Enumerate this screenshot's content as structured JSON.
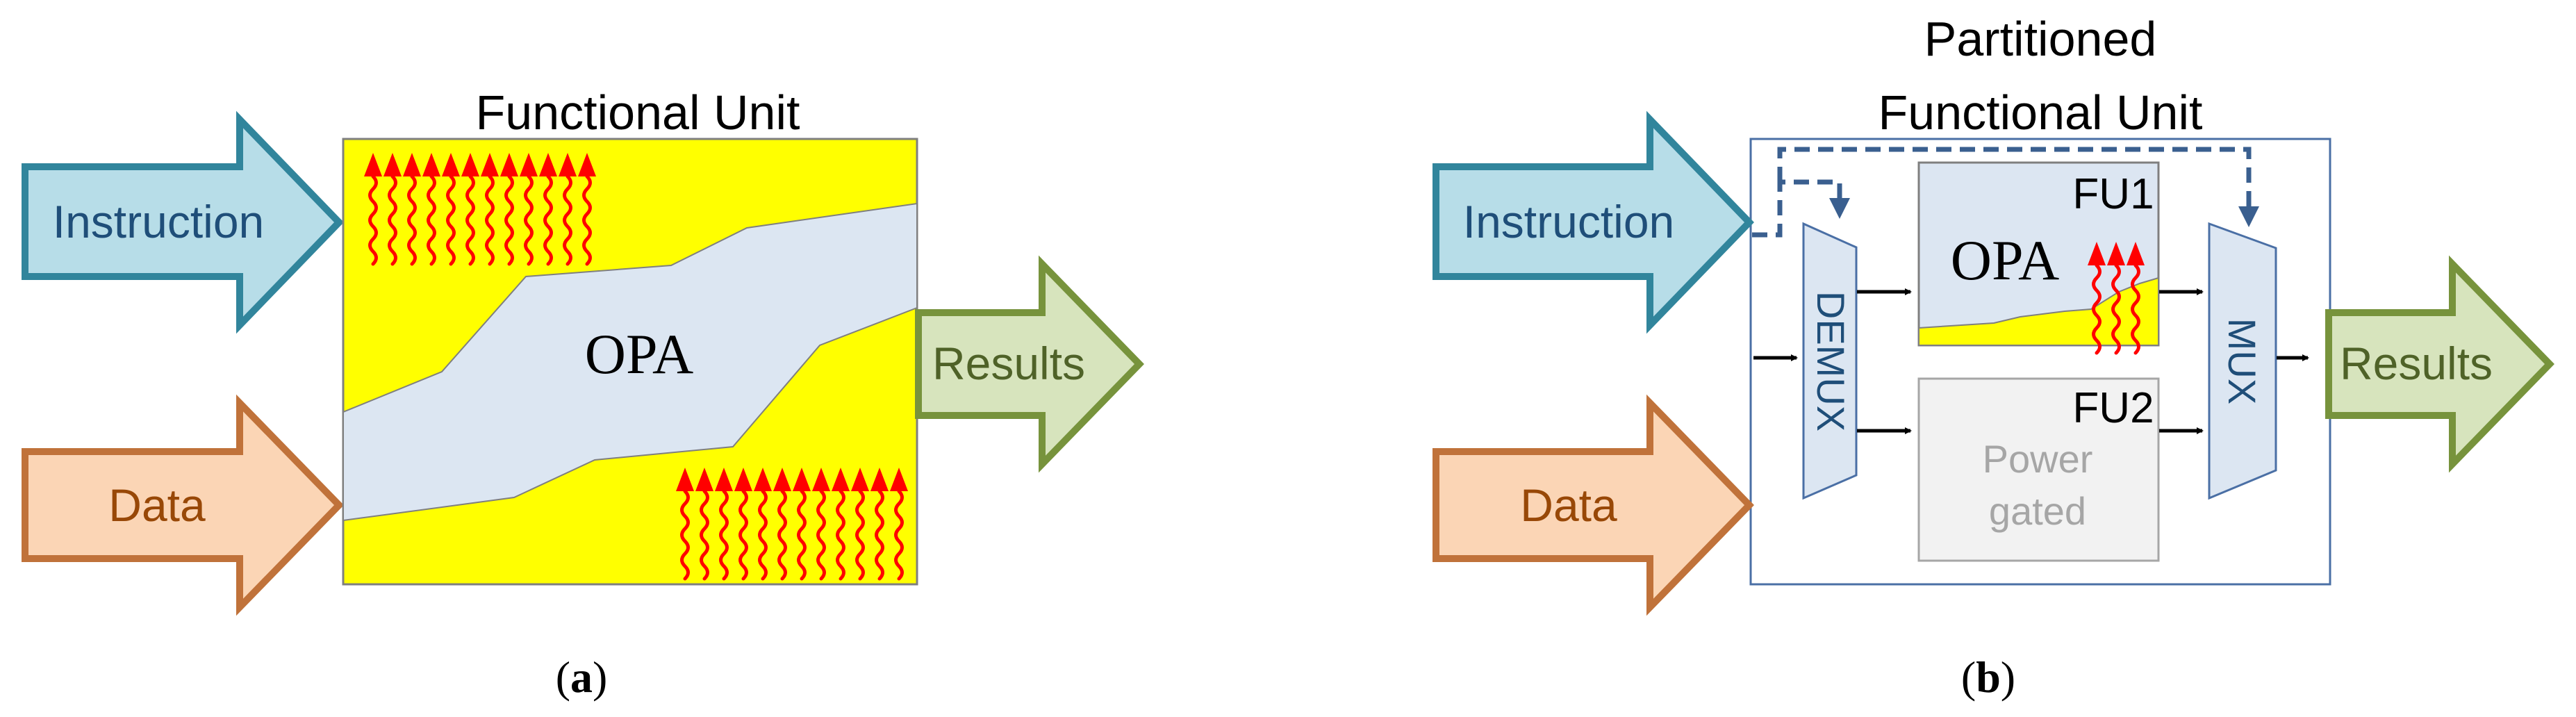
{
  "panel_a": {
    "title": "Functional Unit",
    "core_label": "OPA",
    "input_instruction": "Instruction",
    "input_data": "Data",
    "output_results": "Results",
    "caption_open": "(",
    "caption_letter": "a",
    "caption_close": ")"
  },
  "panel_b": {
    "title_line1": "Partitioned",
    "title_line2": "Functional Unit",
    "input_instruction": "Instruction",
    "input_data": "Data",
    "output_results": "Results",
    "demux_label": "DEMUX",
    "mux_label": "MUX",
    "fu1_label": "FU1",
    "fu1_core_label": "OPA",
    "fu2_label": "FU2",
    "fu2_status_line1": "Power",
    "fu2_status_line2": "gated",
    "caption_open": "(",
    "caption_letter": "b",
    "caption_close": ")"
  },
  "colors": {
    "instruction_fill": "#b7dde8",
    "instruction_stroke": "#31859c",
    "instruction_text": "#1f4e79",
    "data_fill": "#fbd5b5",
    "data_stroke": "#c0723a",
    "data_text": "#984807",
    "results_fill": "#d7e4bd",
    "results_stroke": "#77933c",
    "results_text": "#4f6228",
    "unit_fill": "#ffff00",
    "opa_fill": "#dce6f2",
    "heat": "#ff0000",
    "mux_fill": "#dce6f2",
    "mux_stroke": "#4a6fa5",
    "gated_fill": "#f2f2f2",
    "gated_text": "#a6a6a6",
    "control_line": "#3a5f8f"
  }
}
